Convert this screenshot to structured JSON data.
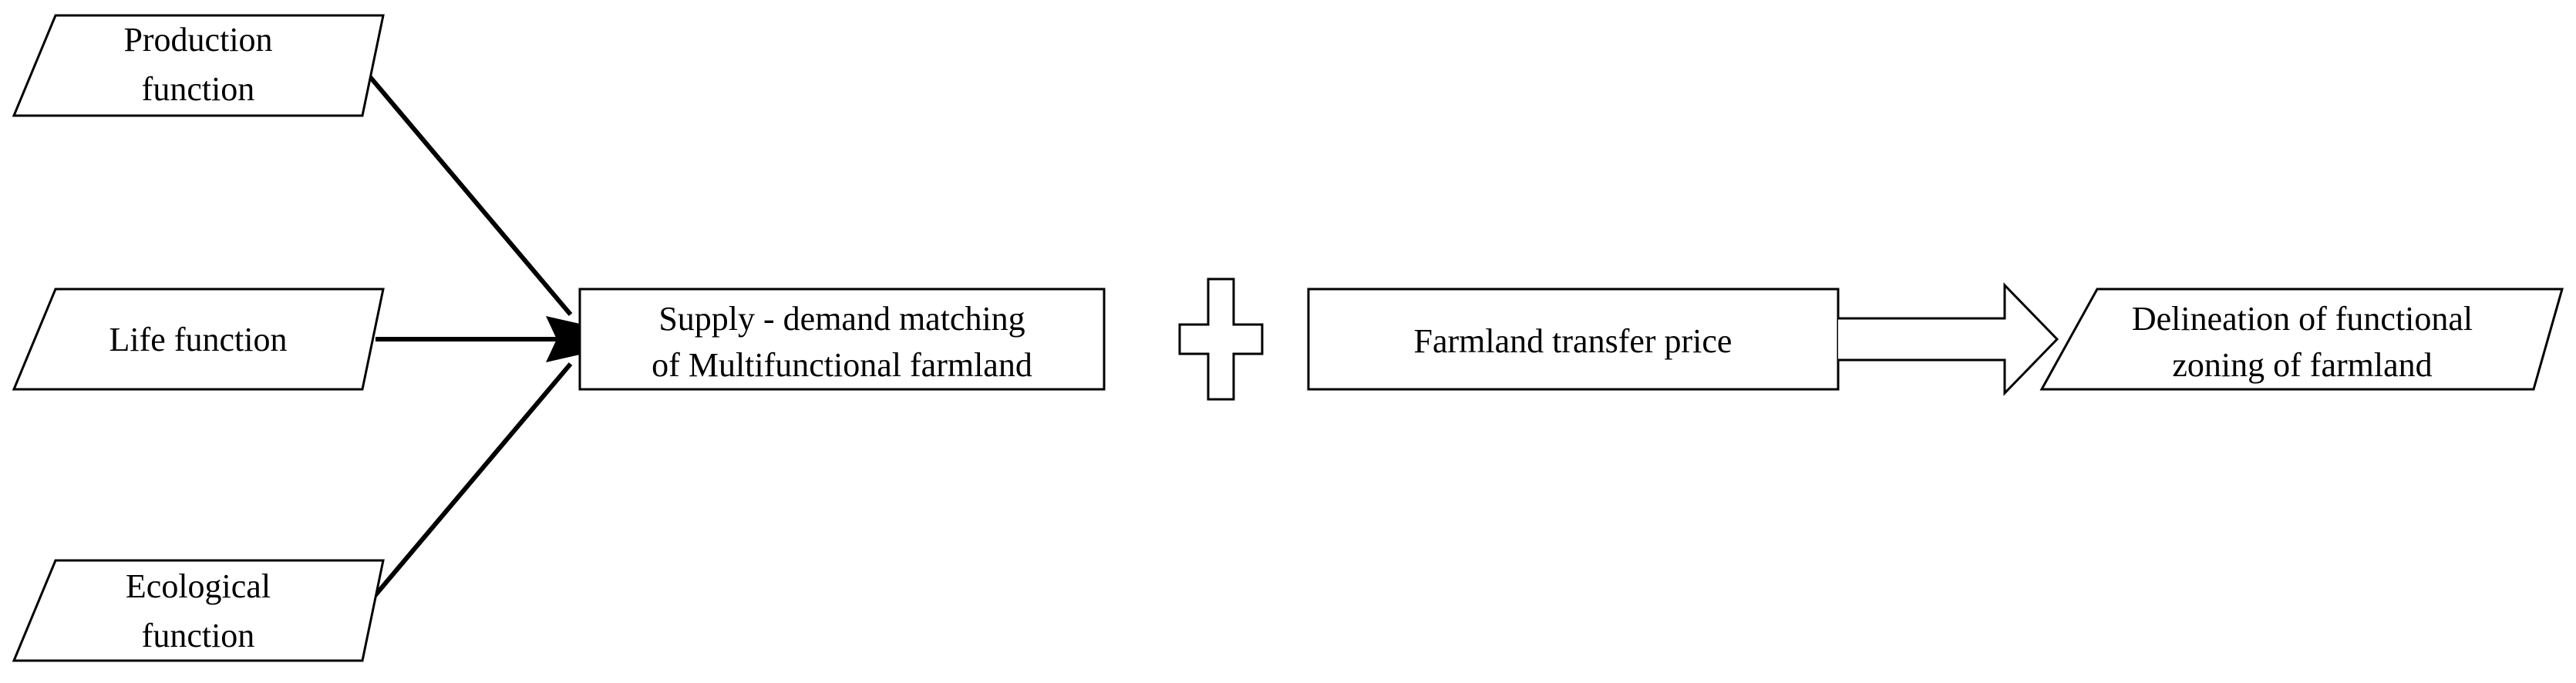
{
  "colors": {
    "stroke": "#000000",
    "fill": "#ffffff",
    "text": "#000000"
  },
  "inputs": {
    "production": {
      "line1": "Production",
      "line2": "function"
    },
    "life": {
      "line1": "Life function"
    },
    "ecological": {
      "line1": "Ecological",
      "line2": "function"
    }
  },
  "matching": {
    "line1": "Supply - demand matching",
    "line2": "of Multifunctional farmland"
  },
  "plus_symbol": "plus-icon",
  "price": {
    "label": "Farmland transfer price"
  },
  "output": {
    "line1": "Delineation of functional",
    "line2": "zoning of farmland"
  }
}
